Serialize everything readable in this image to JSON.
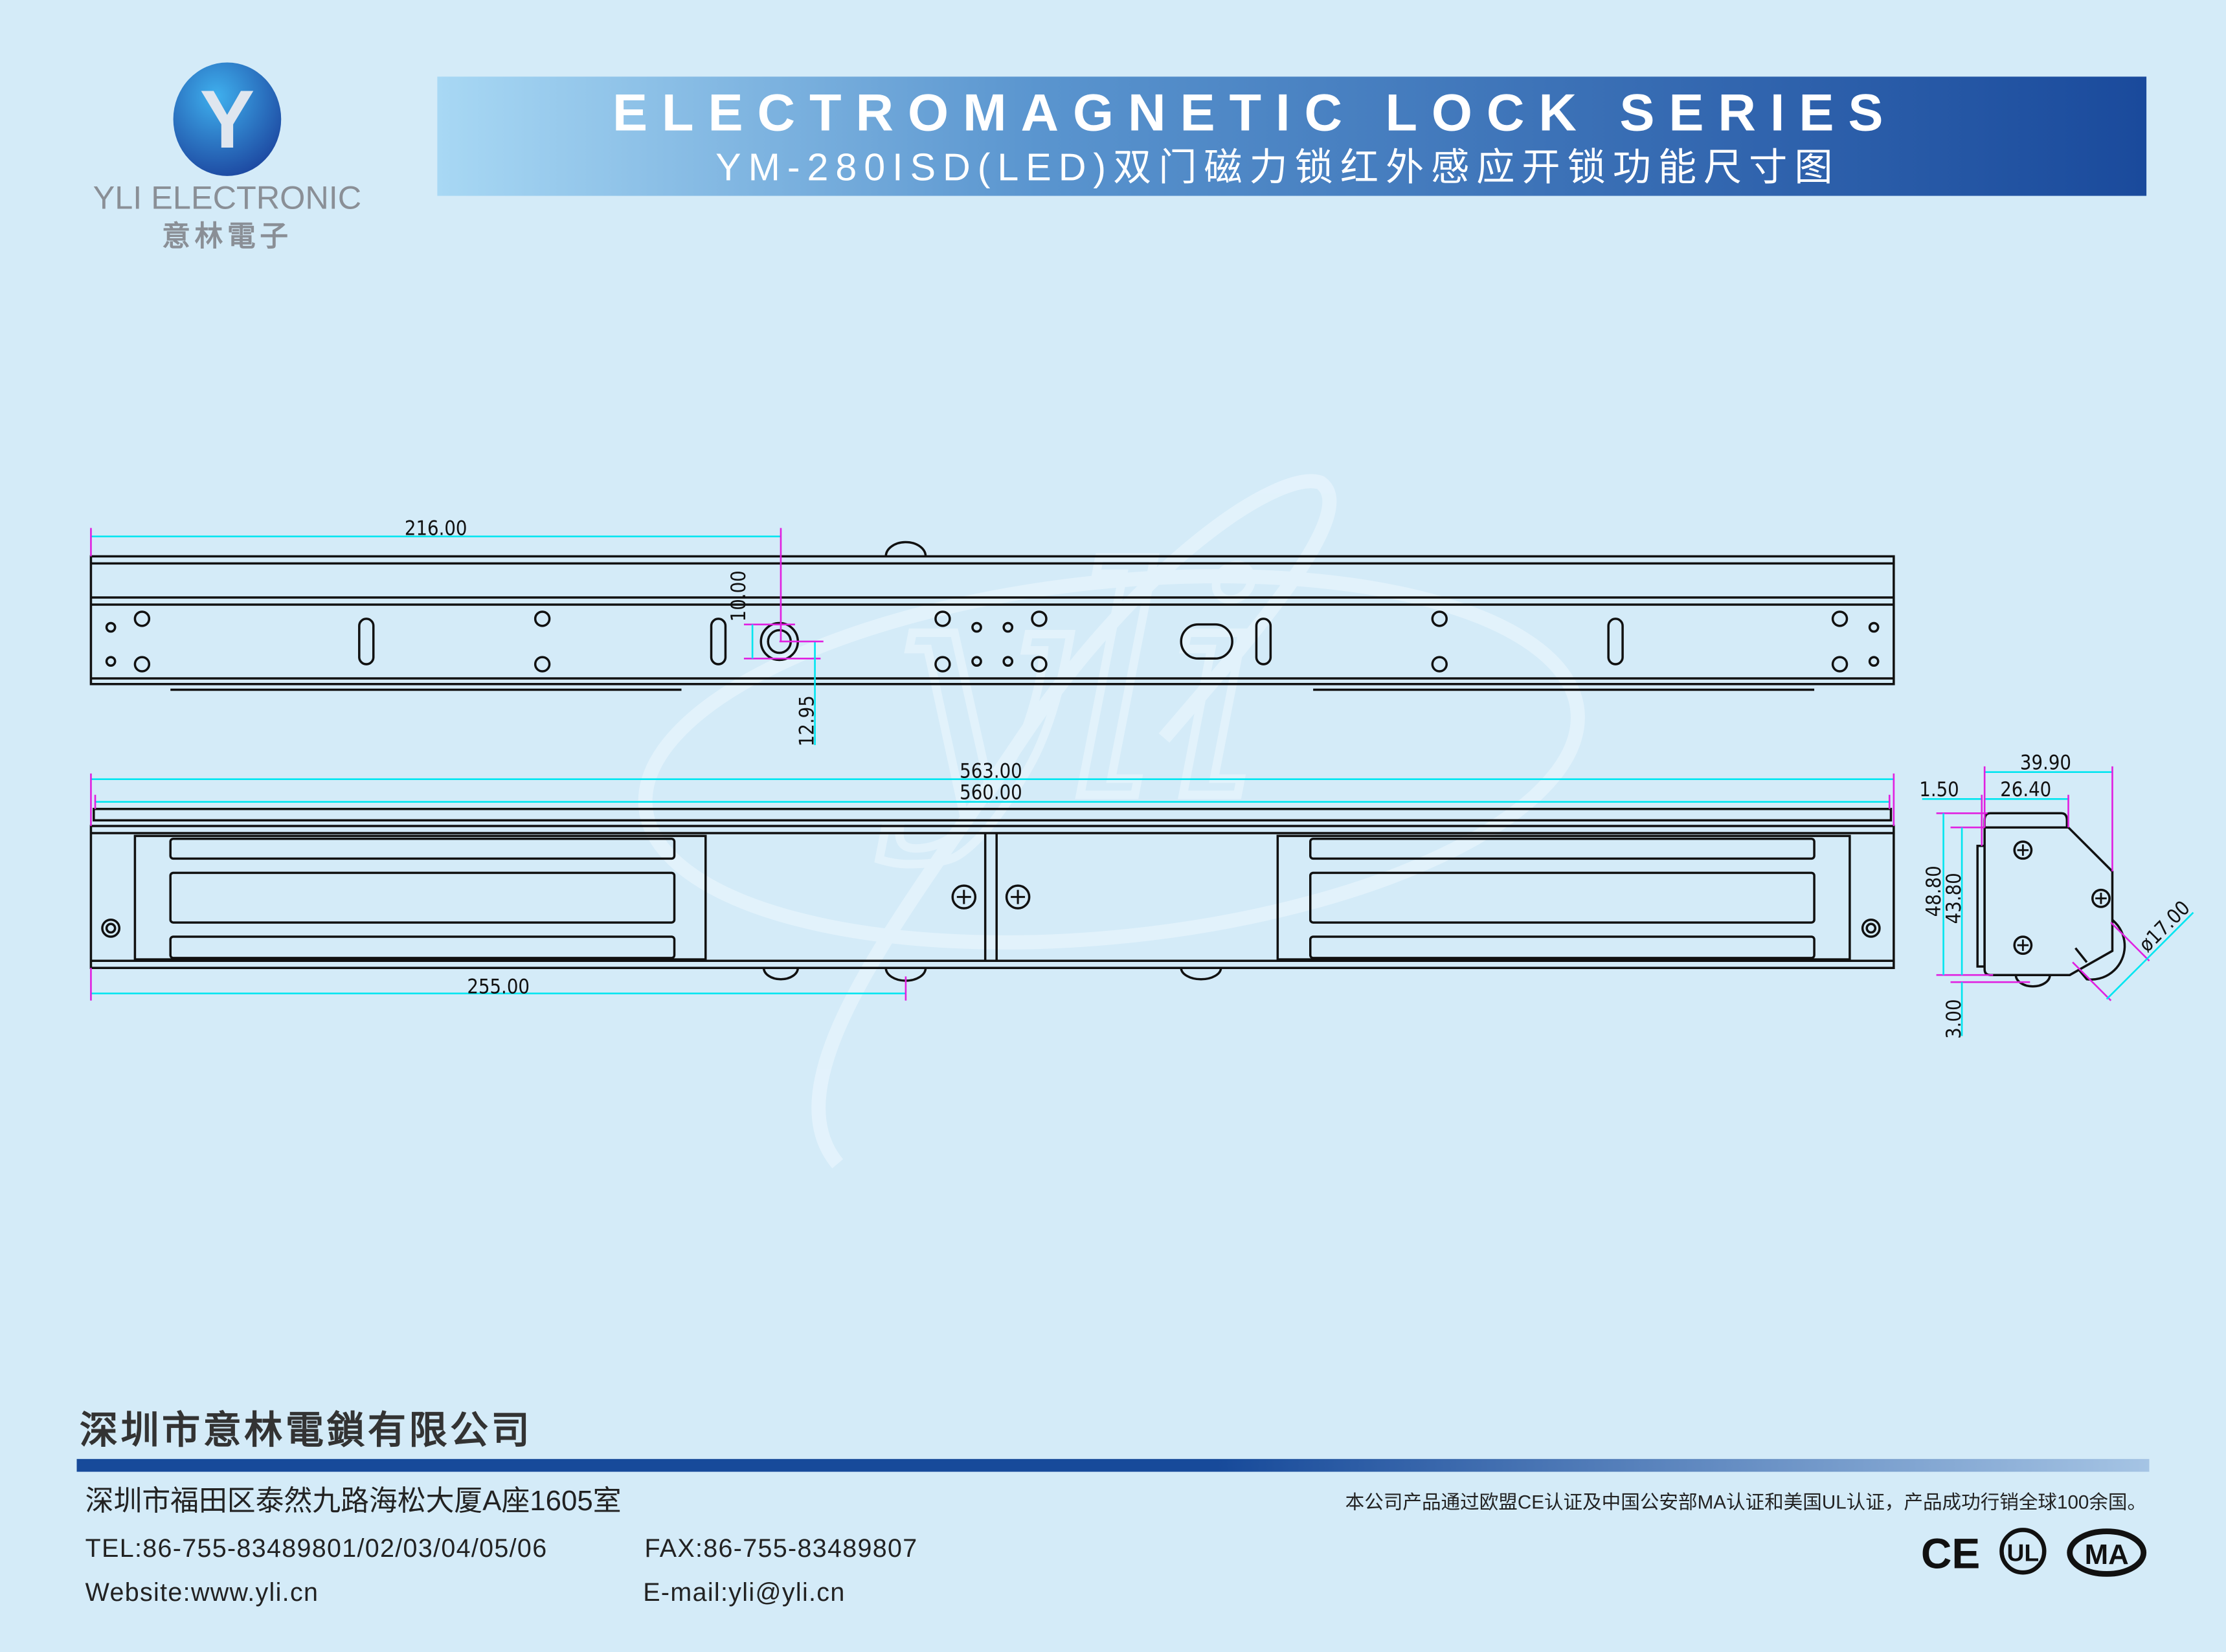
{
  "logo": {
    "brand_en": "YLI ELECTRONIC",
    "brand_cn": "意林電子",
    "letter": "Y"
  },
  "header": {
    "title": "ELECTROMAGNETIC LOCK SERIES",
    "subtitle": "YM-280ISD(LED)双门磁力锁红外感应开锁功能尺寸图"
  },
  "dimensions": {
    "top_length": "216.00",
    "led_offset_v": "10.00",
    "led_offset_h": "12.95",
    "overall_length": "563.00",
    "body_length": "560.00",
    "half_length": "255.00",
    "side_width": "39.90",
    "side_top": "26.40",
    "side_gap": "1.50",
    "side_height": "48.80",
    "side_body_height": "43.80",
    "side_bottom": "3.00",
    "sensor_diameter": "ø17.00"
  },
  "watermark": "yli",
  "footer": {
    "company": "深圳市意林電鎖有限公司",
    "address": "深圳市福田区泰然九路海松大厦A座1605室",
    "tel": "TEL:86-755-83489801/02/03/04/05/06",
    "fax": "FAX:86-755-83489807",
    "website": "Website:www.yli.cn",
    "email": "E-mail:yli@yli.cn",
    "certification_note": "本公司产品通过欧盟CE认证及中国公安部MA认证和美国UL认证，产品成功行销全球100余国。",
    "cert_marks": [
      "CE",
      "UL",
      "MA"
    ]
  },
  "colors": {
    "background": "#d4ebf8",
    "banner_dark": "#1a4a9c",
    "banner_light": "#a8d8f4",
    "dim_cyan": "#00e5f0",
    "dim_magenta": "#e020e0"
  }
}
